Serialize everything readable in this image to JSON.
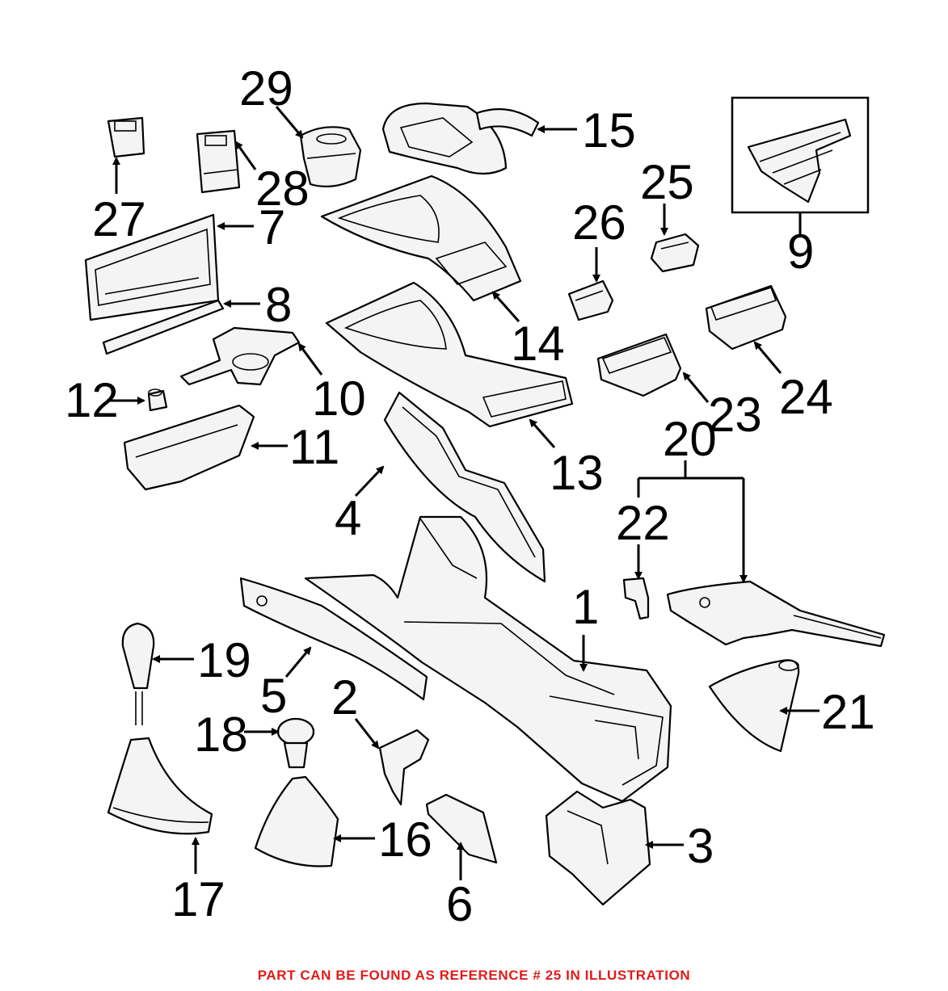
{
  "callouts": [
    {
      "label": "29"
    },
    {
      "label": "15"
    },
    {
      "label": "25"
    },
    {
      "label": "9"
    },
    {
      "label": "27"
    },
    {
      "label": "28"
    },
    {
      "label": "7"
    },
    {
      "label": "26"
    },
    {
      "label": "8"
    },
    {
      "label": "14"
    },
    {
      "label": "12"
    },
    {
      "label": "10"
    },
    {
      "label": "11"
    },
    {
      "label": "23"
    },
    {
      "label": "24"
    },
    {
      "label": "20"
    },
    {
      "label": "13"
    },
    {
      "label": "4"
    },
    {
      "label": "22"
    },
    {
      "label": "1"
    },
    {
      "label": "19"
    },
    {
      "label": "5"
    },
    {
      "label": "2"
    },
    {
      "label": "21"
    },
    {
      "label": "18"
    },
    {
      "label": "16"
    },
    {
      "label": "3"
    },
    {
      "label": "17"
    },
    {
      "label": "6"
    }
  ],
  "footer": {
    "note": "PART CAN BE FOUND AS REFERENCE # 25 IN ILLUSTRATION",
    "color": "#e01b1b"
  }
}
